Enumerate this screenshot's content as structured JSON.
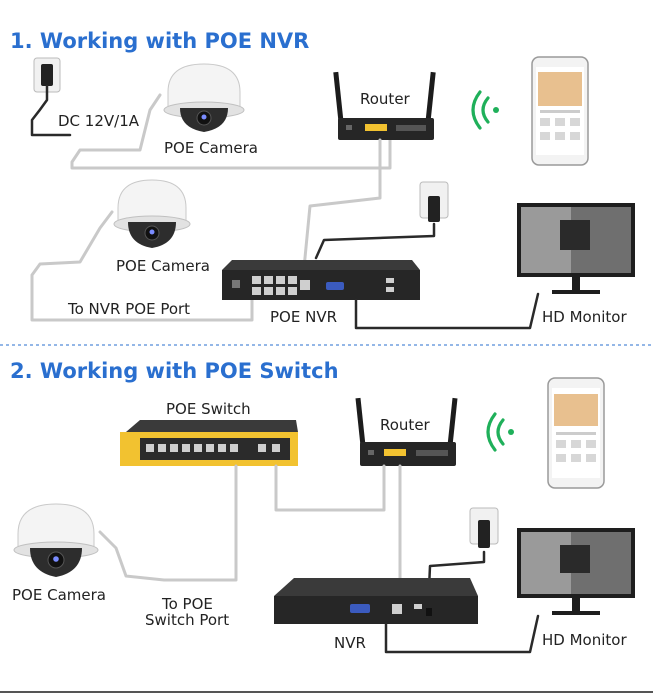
{
  "section1": {
    "title": "1. Working with POE NVR",
    "labels": {
      "dc_power": "DC 12V/1A",
      "camera_a": "POE Camera",
      "camera_b": "POE Camera",
      "router": "Router",
      "nvr_port": "To NVR POE Port",
      "nvr": "POE NVR",
      "monitor": "HD Monitor"
    }
  },
  "section2": {
    "title": "2. Working with POE Switch",
    "labels": {
      "switch": "POE Switch",
      "router": "Router",
      "camera": "POE Camera",
      "switch_port_line1": "To POE",
      "switch_port_line2": "Switch Port",
      "nvr": "NVR",
      "monitor": "HD Monitor"
    }
  },
  "colors": {
    "title": "#2a6fcf",
    "wifi": "#1fb05a",
    "divider": "#2a6fcf",
    "cable": "#c9c9c9",
    "device_body": "#2b2b2b",
    "switch_accent": "#f2c230"
  }
}
